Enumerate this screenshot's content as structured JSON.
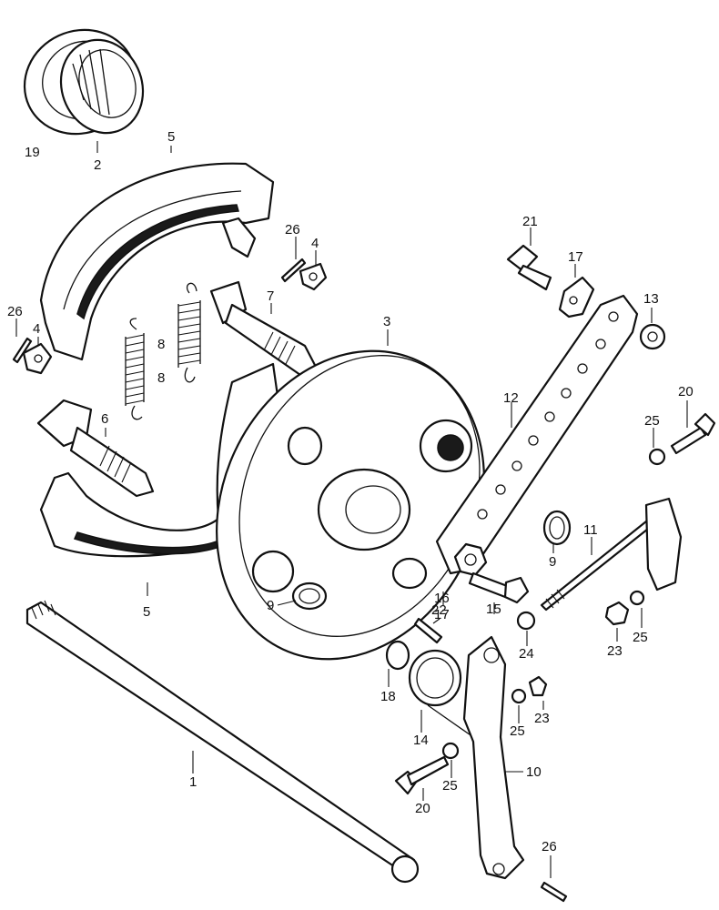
{
  "diagram": {
    "labels": [
      {
        "id": "l19",
        "text": "19"
      },
      {
        "id": "l2",
        "text": "2"
      },
      {
        "id": "l5a",
        "text": "5"
      },
      {
        "id": "l26a",
        "text": "26"
      },
      {
        "id": "l4a",
        "text": "4"
      },
      {
        "id": "l7",
        "text": "7"
      },
      {
        "id": "l26b",
        "text": "26"
      },
      {
        "id": "l4b",
        "text": "4"
      },
      {
        "id": "l8a",
        "text": "8"
      },
      {
        "id": "l8b",
        "text": "8"
      },
      {
        "id": "l3",
        "text": "3"
      },
      {
        "id": "l21",
        "text": "21"
      },
      {
        "id": "l17a",
        "text": "17"
      },
      {
        "id": "l13",
        "text": "13"
      },
      {
        "id": "l6",
        "text": "6"
      },
      {
        "id": "l12",
        "text": "12"
      },
      {
        "id": "l20a",
        "text": "20"
      },
      {
        "id": "l25a",
        "text": "25"
      },
      {
        "id": "l11",
        "text": "11"
      },
      {
        "id": "l9a",
        "text": "9"
      },
      {
        "id": "l5b",
        "text": "5"
      },
      {
        "id": "l9b",
        "text": "9"
      },
      {
        "id": "l16",
        "text": "16"
      },
      {
        "id": "l17b",
        "text": "17"
      },
      {
        "id": "l15",
        "text": "15"
      },
      {
        "id": "l22",
        "text": "22"
      },
      {
        "id": "l24",
        "text": "24"
      },
      {
        "id": "l23a",
        "text": "23"
      },
      {
        "id": "l25b",
        "text": "25"
      },
      {
        "id": "l18",
        "text": "18"
      },
      {
        "id": "l14",
        "text": "14"
      },
      {
        "id": "l25c",
        "text": "25"
      },
      {
        "id": "l23b",
        "text": "23"
      },
      {
        "id": "l10",
        "text": "10"
      },
      {
        "id": "l1",
        "text": "1"
      },
      {
        "id": "l20b",
        "text": "20"
      },
      {
        "id": "l25d",
        "text": "25"
      },
      {
        "id": "l26c",
        "text": "26"
      }
    ]
  }
}
